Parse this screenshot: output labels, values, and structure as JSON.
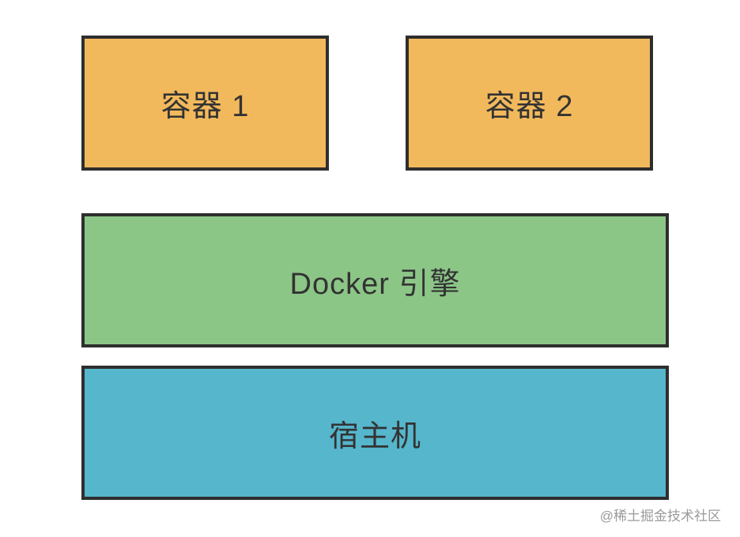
{
  "diagram": {
    "boxes": [
      {
        "id": "container-1",
        "label": "容器 1",
        "fill": "#f2b95c",
        "border": "#2e2e2e"
      },
      {
        "id": "container-2",
        "label": "容器 2",
        "fill": "#f2b95c",
        "border": "#2e2e2e"
      },
      {
        "id": "docker-engine",
        "label": "Docker 引擎",
        "fill": "#8cc687",
        "border": "#2e2e2e"
      },
      {
        "id": "host-machine",
        "label": "宿主机",
        "fill": "#55b6cc",
        "border": "#2e2e2e"
      }
    ],
    "watermark": "@稀土掘金技术社区",
    "colors": {
      "background": "#ffffff",
      "text": "#333333",
      "border": "#2e2e2e",
      "watermark": "#9a9a9a"
    }
  }
}
